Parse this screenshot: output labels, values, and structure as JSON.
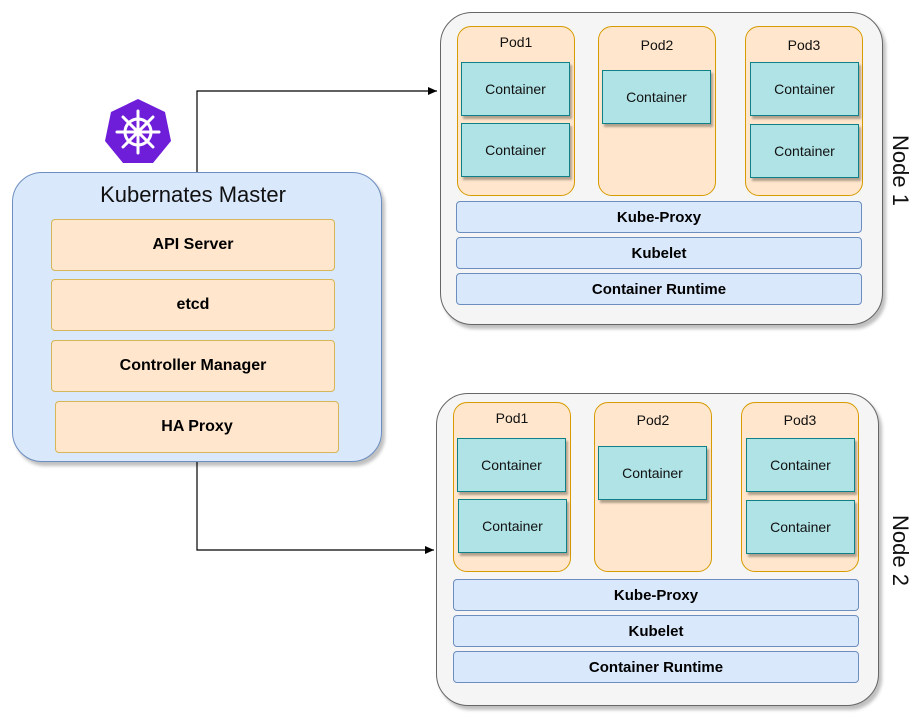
{
  "master": {
    "title": "Kubernates Master",
    "components": [
      "API Server",
      "etcd",
      "Controller Manager",
      "HA Proxy"
    ]
  },
  "nodes": [
    {
      "label": "Node 1",
      "pods": [
        {
          "label": "Pod1",
          "containers": [
            "Container",
            "Container"
          ]
        },
        {
          "label": "Pod2",
          "containers": [
            "Container"
          ]
        },
        {
          "label": "Pod3",
          "containers": [
            "Container",
            "Container"
          ]
        }
      ],
      "layers": [
        "Kube-Proxy",
        "Kubelet",
        "Container Runtime"
      ]
    },
    {
      "label": "Node 2",
      "pods": [
        {
          "label": "Pod1",
          "containers": [
            "Container",
            "Container"
          ]
        },
        {
          "label": "Pod2",
          "containers": [
            "Container"
          ]
        },
        {
          "label": "Pod3",
          "containers": [
            "Container",
            "Container"
          ]
        }
      ],
      "layers": [
        "Kube-Proxy",
        "Kubelet",
        "Container Runtime"
      ]
    }
  ],
  "logo": {
    "icon": "kubernetes-helm-icon",
    "color": "#6e1ed8"
  }
}
